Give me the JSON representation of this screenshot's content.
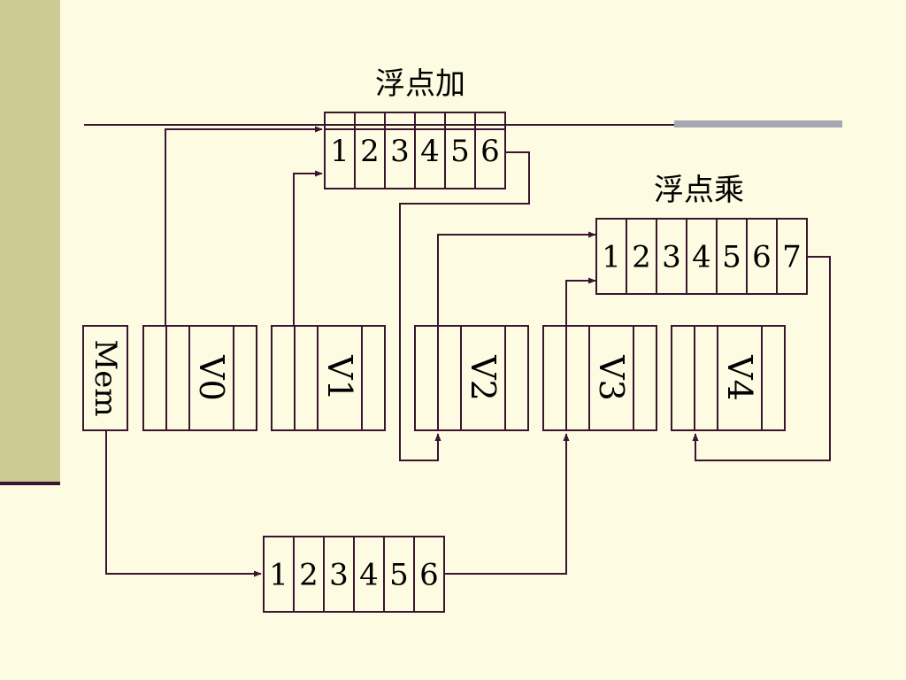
{
  "labels": {
    "fp_add": "浮点加",
    "fp_mul": "浮点乘",
    "mem": "Mem"
  },
  "pipelines": {
    "add": [
      "1",
      "2",
      "3",
      "4",
      "5",
      "6"
    ],
    "mul": [
      "1",
      "2",
      "3",
      "4",
      "5",
      "6",
      "7"
    ],
    "mem": [
      "1",
      "2",
      "3",
      "4",
      "5",
      "6"
    ]
  },
  "registers": [
    "V0",
    "V1",
    "V2",
    "V3",
    "V4"
  ],
  "colors": {
    "background": "#fdfbe1",
    "line": "#3a1530",
    "sidebar": "#cccb96",
    "accent": "#a7a7b3"
  }
}
